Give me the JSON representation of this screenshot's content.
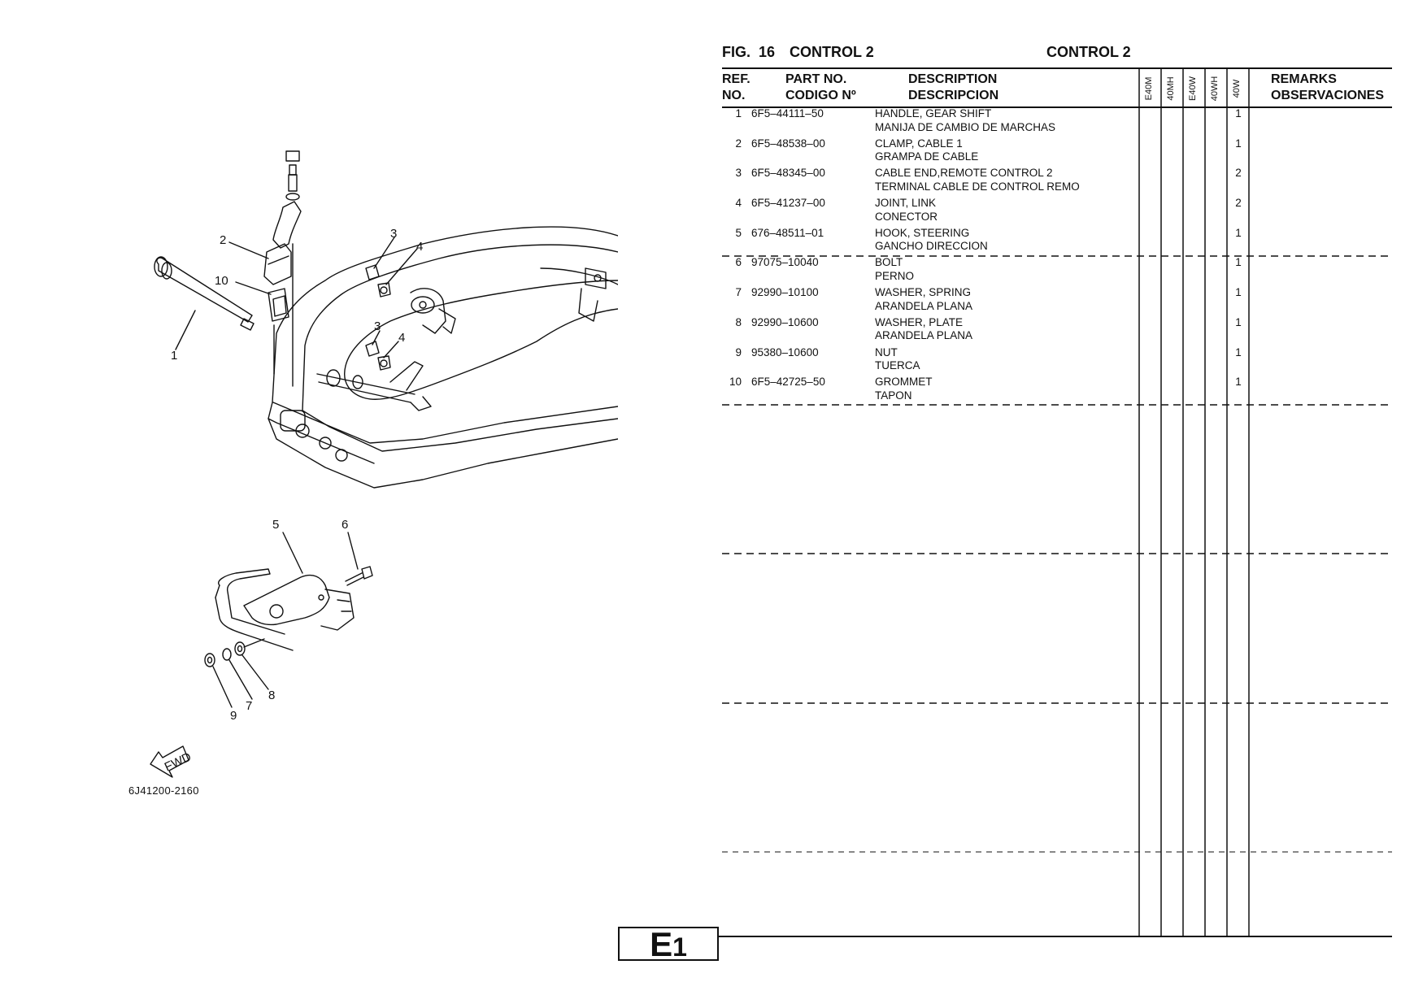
{
  "figure": {
    "label": "FIG.",
    "number": "16",
    "title": "CONTROL 2",
    "title_es": "CONTROL 2"
  },
  "diagram": {
    "code": "6J41200-2160",
    "fwd_label": "FWD",
    "callouts": [
      "1",
      "2",
      "3",
      "4",
      "3",
      "4",
      "5",
      "6",
      "7",
      "8",
      "9",
      "10"
    ]
  },
  "table": {
    "headers": {
      "ref_en": "REF.",
      "ref_es": "NO.",
      "part_en": "PART NO.",
      "part_es": "CODIGO Nº",
      "desc_en": "DESCRIPTION",
      "desc_es": "DESCRIPCION",
      "models": [
        "E40M",
        "40MH",
        "E40W",
        "40WH",
        "40W"
      ],
      "remarks_en": "REMARKS",
      "remarks_es": "OBSERVACIONES"
    },
    "rows": [
      {
        "ref": "1",
        "part": "6F5–44111–50",
        "desc": "HANDLE, GEAR SHIFT",
        "desc_es": "MANIJA DE CAMBIO DE MARCHAS",
        "qty": "1"
      },
      {
        "ref": "2",
        "part": "6F5–48538–00",
        "desc": "CLAMP, CABLE 1",
        "desc_es": "GRAMPA DE CABLE",
        "qty": "1"
      },
      {
        "ref": "3",
        "part": "6F5–48345–00",
        "desc": "CABLE END,REMOTE CONTROL 2",
        "desc_es": "TERMINAL CABLE DE CONTROL REMO",
        "qty": "2"
      },
      {
        "ref": "4",
        "part": "6F5–41237–00",
        "desc": "JOINT, LINK",
        "desc_es": "CONECTOR",
        "qty": "2"
      },
      {
        "ref": "5",
        "part": "676–48511–01",
        "desc": "HOOK, STEERING",
        "desc_es": "GANCHO  DIRECCION",
        "qty": "1"
      },
      {
        "ref": "6",
        "part": "97075–10040",
        "desc": "BOLT",
        "desc_es": "PERNO",
        "qty": "1"
      },
      {
        "ref": "7",
        "part": "92990–10100",
        "desc": "WASHER, SPRING",
        "desc_es": "ARANDELA PLANA",
        "qty": "1"
      },
      {
        "ref": "8",
        "part": "92990–10600",
        "desc": "WASHER, PLATE",
        "desc_es": "ARANDELA PLANA",
        "qty": "1"
      },
      {
        "ref": "9",
        "part": "95380–10600",
        "desc": "NUT",
        "desc_es": "TUERCA",
        "qty": "1"
      },
      {
        "ref": "10",
        "part": "6F5–42725–50",
        "desc": "GROMMET",
        "desc_es": "TAPON",
        "qty": "1"
      }
    ]
  },
  "page": {
    "badge_letter": "E",
    "badge_number": "1"
  }
}
